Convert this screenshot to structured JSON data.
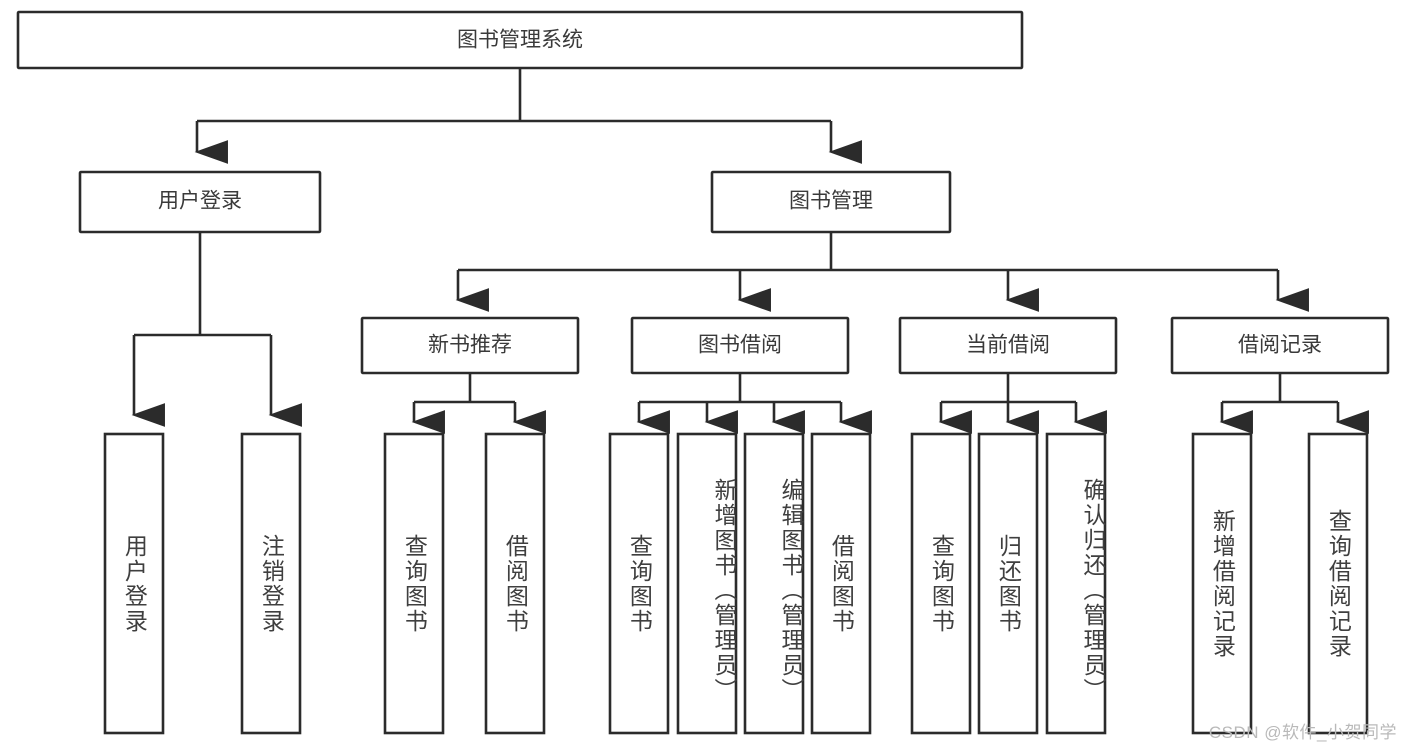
{
  "diagram": {
    "type": "tree-hierarchy",
    "title": "图书管理系统",
    "orientation": "top-down",
    "style": {
      "box_fill": "#ffffff",
      "box_stroke": "#2b2b2b",
      "text_color": "#3a3a3a",
      "background": "#ffffff",
      "watermark_color": "#b9b9b9"
    },
    "root": {
      "label": "图书管理系统"
    },
    "level2": [
      {
        "id": "user-login",
        "label": "用户登录"
      },
      {
        "id": "book-management",
        "label": "图书管理"
      }
    ],
    "level3": [
      {
        "id": "new-book-recommend",
        "label": "新书推荐",
        "parent": "book-management"
      },
      {
        "id": "book-borrow",
        "label": "图书借阅",
        "parent": "book-management"
      },
      {
        "id": "current-borrow",
        "label": "当前借阅",
        "parent": "book-management"
      },
      {
        "id": "borrow-record",
        "label": "借阅记录",
        "parent": "book-management"
      }
    ],
    "leaves": [
      {
        "id": "leaf-user-login",
        "label": "用户登录",
        "parent": "user-login"
      },
      {
        "id": "leaf-logout-login",
        "label": "注销登录",
        "parent": "user-login"
      },
      {
        "id": "leaf-query-book-1",
        "label": "查询图书",
        "parent": "new-book-recommend"
      },
      {
        "id": "leaf-borrow-book-1",
        "label": "借阅图书",
        "parent": "new-book-recommend"
      },
      {
        "id": "leaf-query-book-2",
        "label": "查询图书",
        "parent": "book-borrow"
      },
      {
        "id": "leaf-add-book",
        "label": "新增图书（管理员）",
        "parent": "book-borrow"
      },
      {
        "id": "leaf-edit-book",
        "label": "编辑图书（管理员）",
        "parent": "book-borrow"
      },
      {
        "id": "leaf-borrow-book-2",
        "label": "借阅图书",
        "parent": "book-borrow"
      },
      {
        "id": "leaf-query-book-3",
        "label": "查询图书",
        "parent": "current-borrow"
      },
      {
        "id": "leaf-return-book",
        "label": "归还图书",
        "parent": "current-borrow"
      },
      {
        "id": "leaf-confirm-return",
        "label": "确认归还（管理员）",
        "parent": "current-borrow"
      },
      {
        "id": "leaf-add-record",
        "label": "新增借阅记录",
        "parent": "borrow-record"
      },
      {
        "id": "leaf-query-record",
        "label": "查询借阅记录",
        "parent": "borrow-record"
      }
    ],
    "watermark": "CSDN @软件_小贺同学"
  }
}
